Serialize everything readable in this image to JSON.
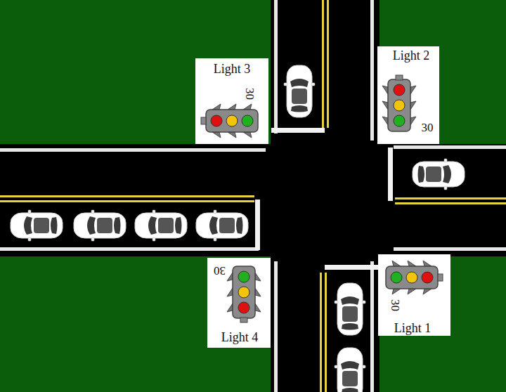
{
  "diagram": {
    "nodes": [
      {
        "text": [
          "Light 3",
          "30"
        ]
      },
      {
        "text": [
          "Light 2",
          "30"
        ]
      },
      {
        "text": [
          "Light 4",
          "30"
        ]
      },
      {
        "text": [
          "Light 1",
          "30"
        ]
      }
    ]
  }
}
